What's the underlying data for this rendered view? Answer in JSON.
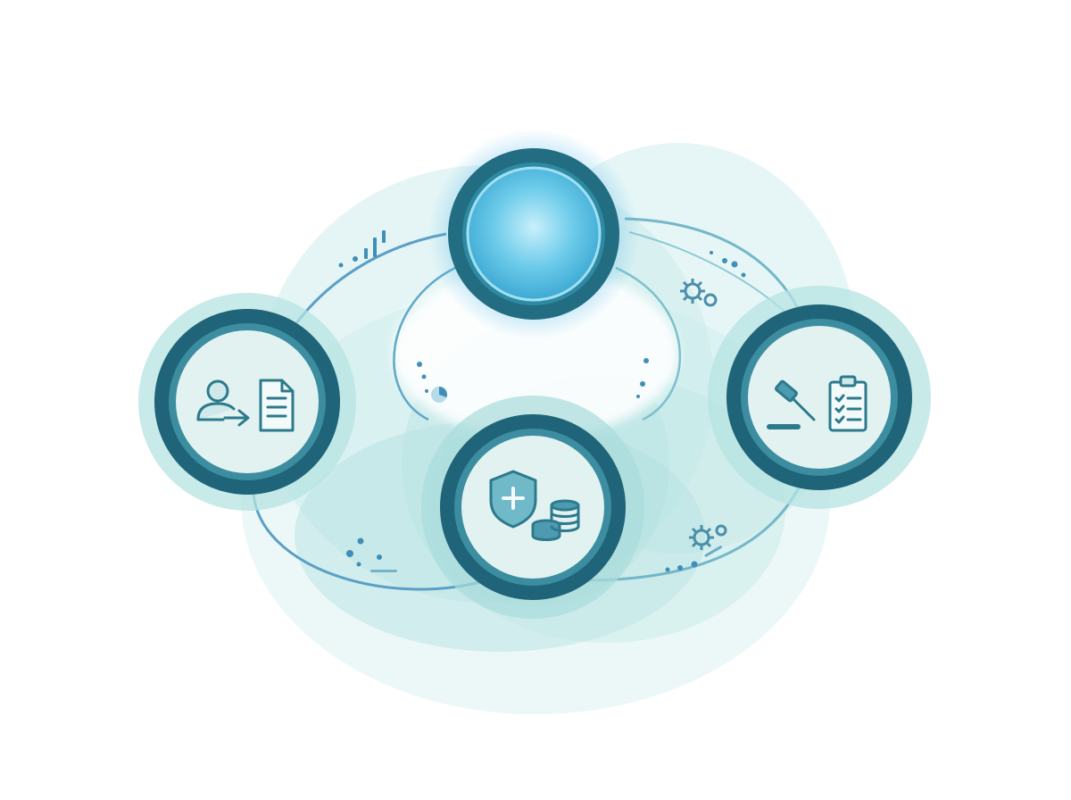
{
  "diagram": {
    "type": "hub-and-node cycle diagram (no text labels)",
    "colors": {
      "background": "#ffffff",
      "halo_light": "#d3efef",
      "halo_mid": "#a8dcdc",
      "ring_dark": "#1f6478",
      "node_fill": "#e2f2f1",
      "orbit_line": "#5fa8c8",
      "hub_glow": "#4bb6ea",
      "hub_core": "#7fd0ec",
      "icon_stroke": "#2c7a8c"
    },
    "nodes": [
      {
        "id": "hub",
        "role": "central glowing node",
        "icon": "none"
      },
      {
        "id": "left",
        "role": "node",
        "icon": "person-transfer-document-icon"
      },
      {
        "id": "bottom",
        "role": "node",
        "icon": "shield-medical-coins-icon"
      },
      {
        "id": "right",
        "role": "node",
        "icon": "gavel-checklist-icon"
      }
    ],
    "decorations": [
      "gear-icon",
      "gear-icon",
      "dots",
      "dots",
      "pie-icon",
      "bar-icon"
    ]
  }
}
